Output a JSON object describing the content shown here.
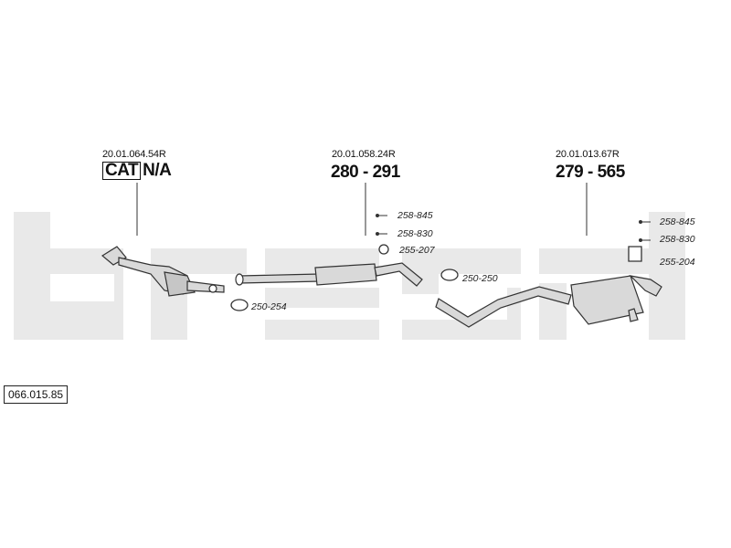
{
  "diagram_code": "066.015.85",
  "groups": [
    {
      "ref": "20.01.064.54R",
      "cat_label": "CAT",
      "code": "N/A"
    },
    {
      "ref": "20.01.058.24R",
      "code": "280 - 291"
    },
    {
      "ref": "20.01.013.67R",
      "code": "279 - 565"
    }
  ],
  "parts": {
    "p1": "258-845",
    "p2": "258-830",
    "p3": "255-207",
    "p4": "250-254",
    "p5": "250-250",
    "p6": "258-845",
    "p7": "258-830",
    "p8": "255-204"
  },
  "colors": {
    "watermark": "#e9e9e9",
    "line": "#333333",
    "part_fill": "#d9d9d9"
  }
}
